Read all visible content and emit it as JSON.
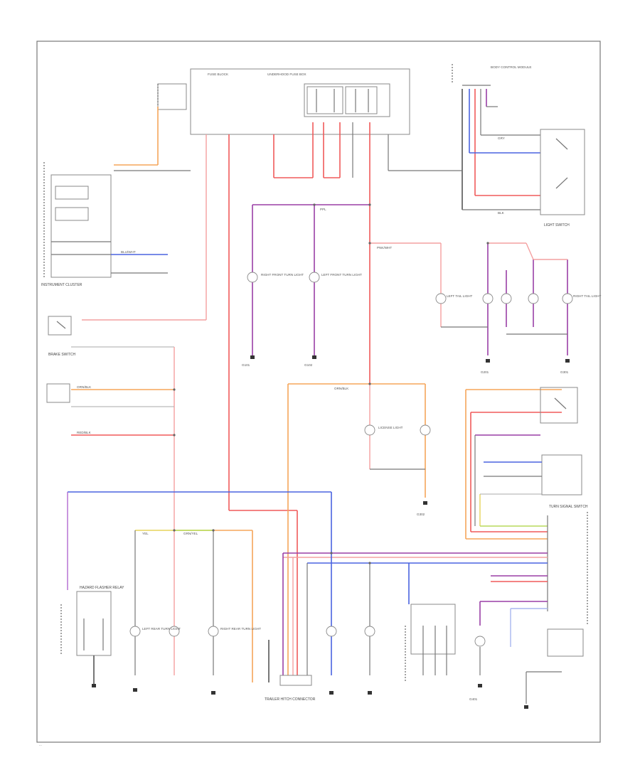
{
  "diagram": {
    "footer_mark": "...",
    "components": {
      "instrument_cluster": "INSTRUMENT CLUSTER",
      "light_switch": "LIGHT SWITCH",
      "turn_signal_switch": "TURN SIGNAL SWITCH",
      "hazard_flasher": "HAZARD FLASHER RELAY",
      "left_front_turn": "LEFT FRONT TURN LIGHT",
      "right_front_turn": "RIGHT FRONT TURN LIGHT",
      "left_rear_turn": "LEFT REAR TURN LIGHT",
      "right_rear_turn": "RIGHT REAR TURN LIGHT",
      "left_tail": "LEFT TAIL LIGHT",
      "right_tail": "RIGHT TAIL LIGHT",
      "license_light": "LICENSE LIGHT",
      "trailer_connector": "TRAILER HITCH CONNECTOR",
      "brake_switch": "BRAKE SWITCH",
      "body_control": "BODY CONTROL MODULE",
      "fuse_block": "FUSE BLOCK",
      "underhood_fuse": "UNDERHOOD FUSE BOX",
      "ground_a": "G101",
      "ground_b": "G102",
      "ground_c": "G201",
      "ground_d": "G301",
      "ground_e": "G302",
      "ground_f": "G401"
    },
    "wire_labels": {
      "red": "RED/BLK",
      "pink": "PNK/WHT",
      "blue": "BLU/WHT",
      "purple": "PPL",
      "orange": "ORN/BLK",
      "yellow": "YEL",
      "green": "GRN/YEL",
      "gray": "GRY",
      "black": "BLK"
    }
  }
}
